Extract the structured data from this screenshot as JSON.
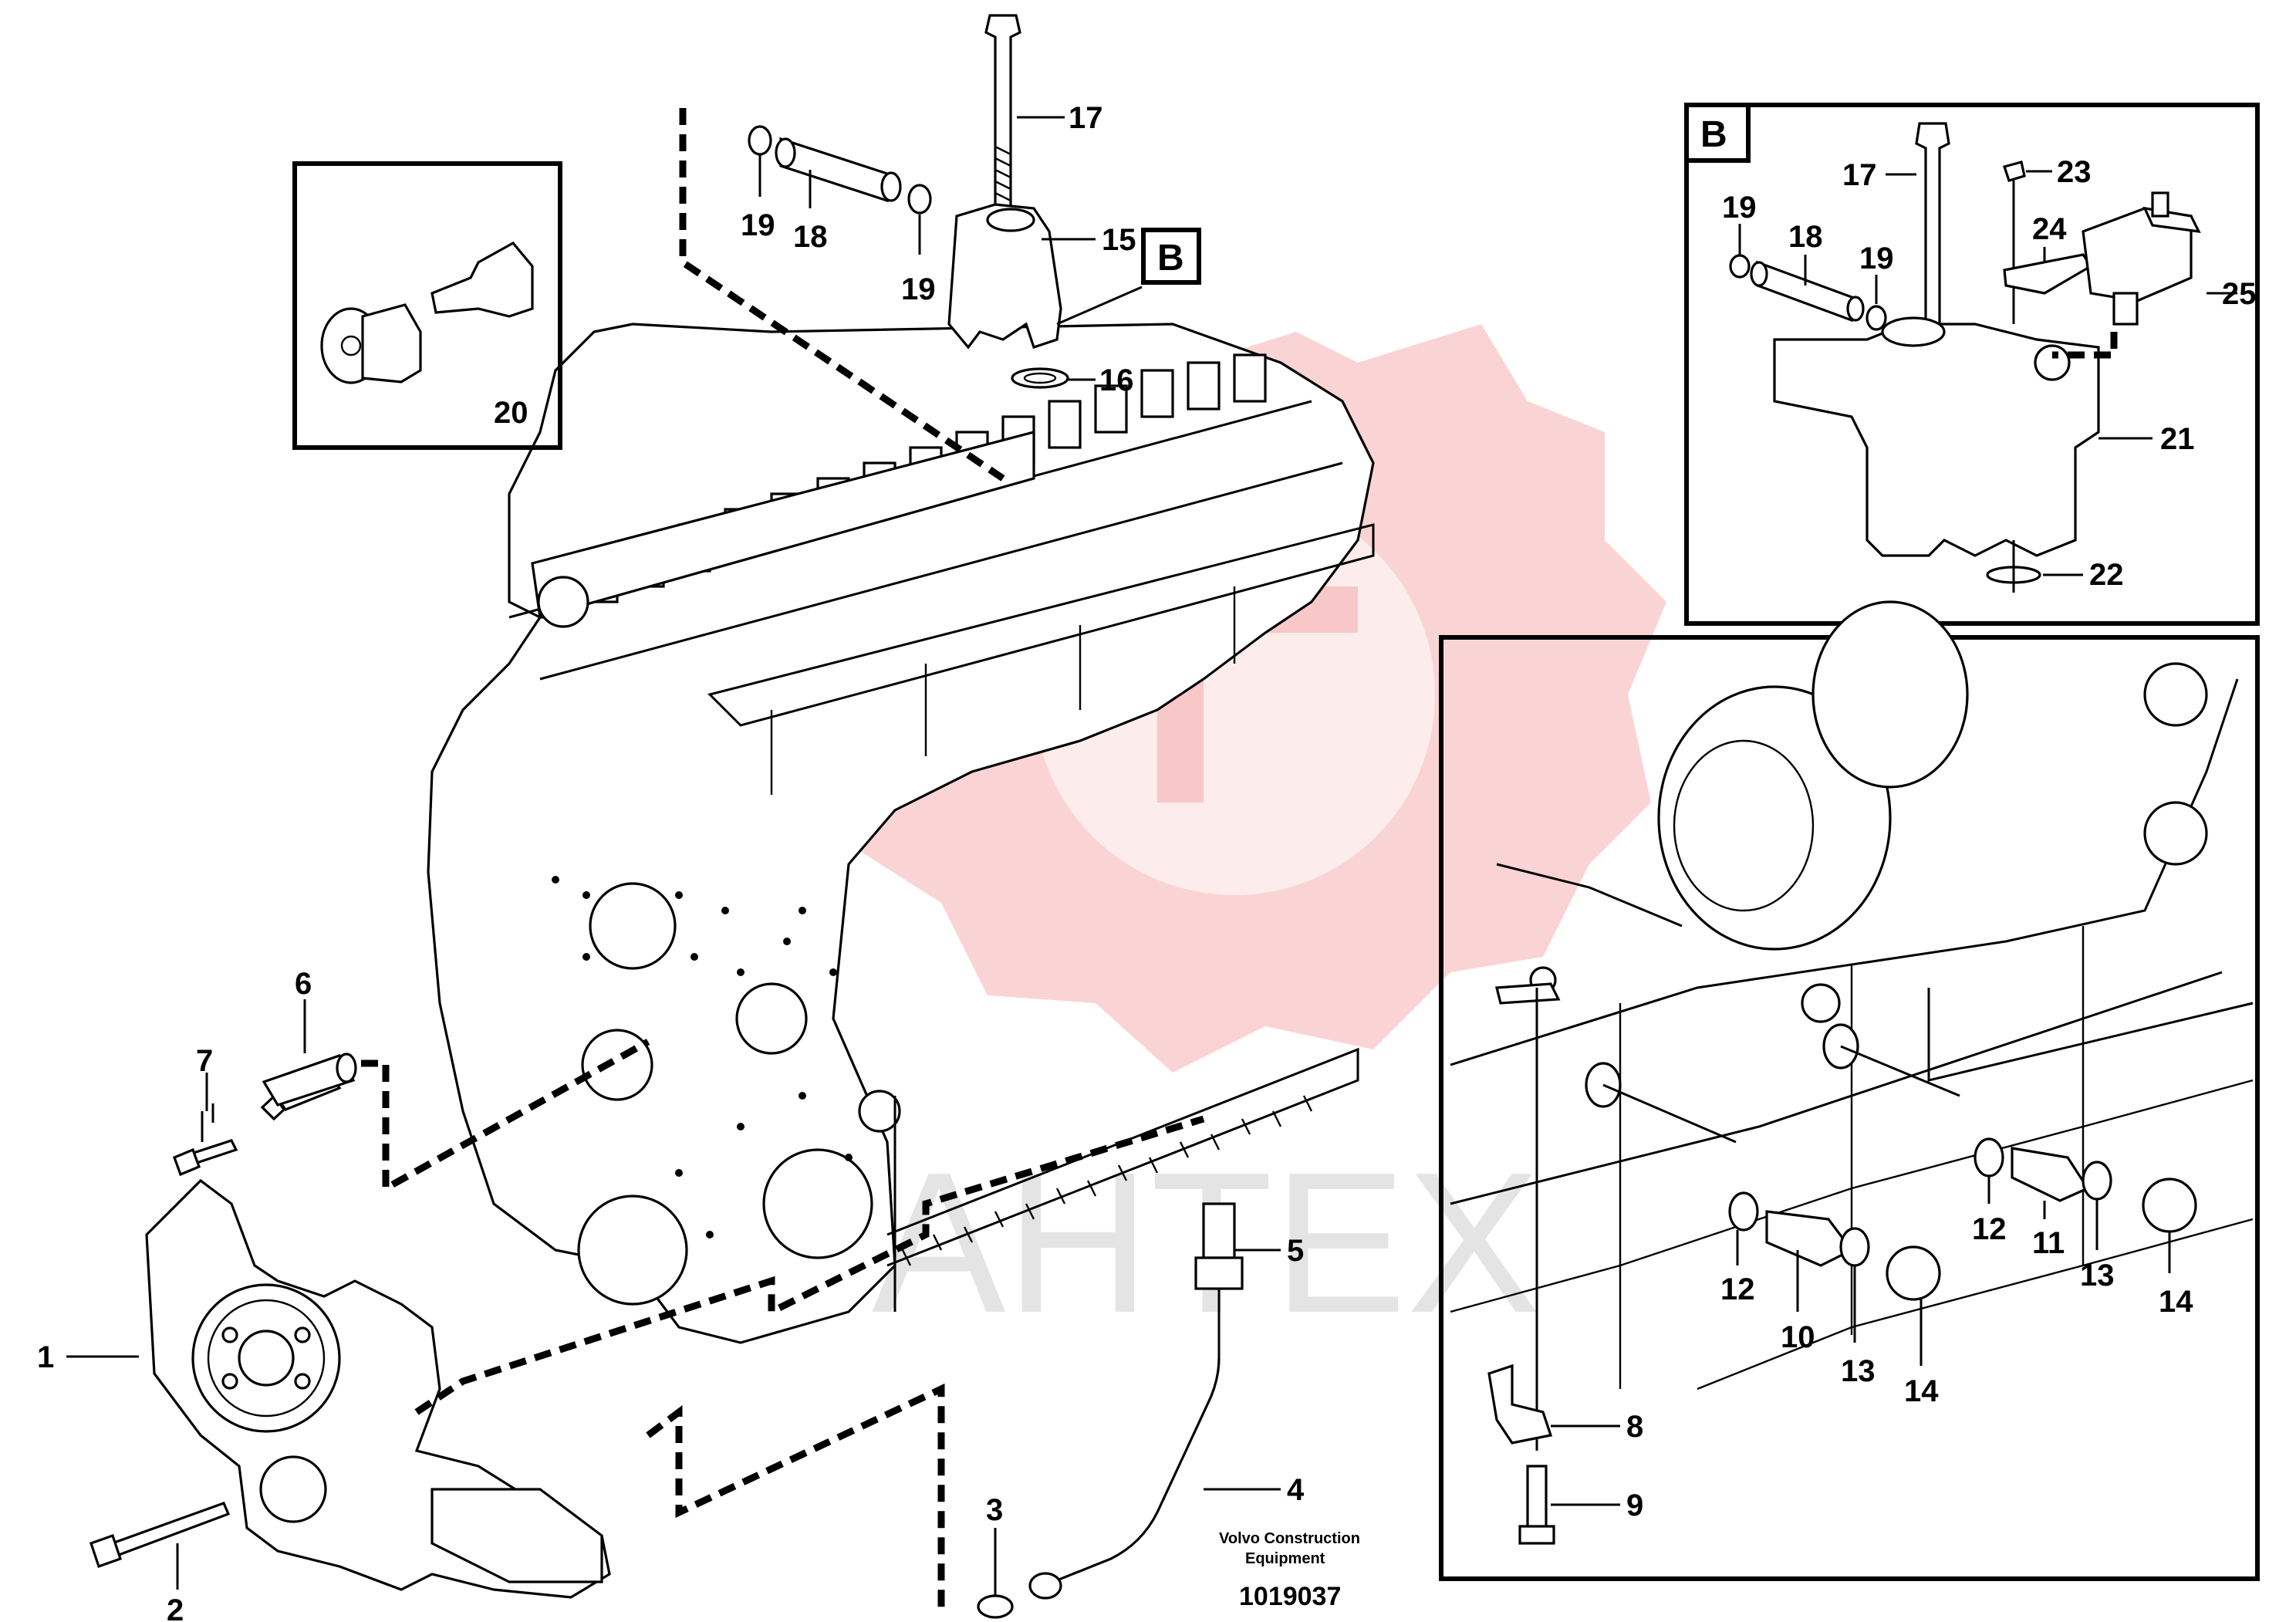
{
  "diagram": {
    "caption_line1": "Volvo Construction",
    "caption_line2": "Equipment",
    "document_number": "1019037",
    "watermark_text": "АНТЕХ"
  },
  "view_reference": "B",
  "callouts": {
    "c1": "1",
    "c2": "2",
    "c3": "3",
    "c4": "4",
    "c5": "5",
    "c6": "6",
    "c7": "7",
    "c8": "8",
    "c9": "9",
    "c10": "10",
    "c11": "11",
    "c12a": "12",
    "c12b": "12",
    "c13a": "13",
    "c13b": "13",
    "c14a": "14",
    "c14b": "14",
    "c15": "15",
    "c16": "16",
    "c17": "17",
    "c17b": "17",
    "c18": "18",
    "c18b": "18",
    "c19a": "19",
    "c19b": "19",
    "c19c": "19",
    "c19d": "19",
    "c20": "20",
    "c21": "21",
    "c22": "22",
    "c23": "23",
    "c24": "24",
    "c25": "25"
  },
  "colors": {
    "line": "#000000",
    "watermark": "#f07878",
    "background": "#ffffff"
  }
}
